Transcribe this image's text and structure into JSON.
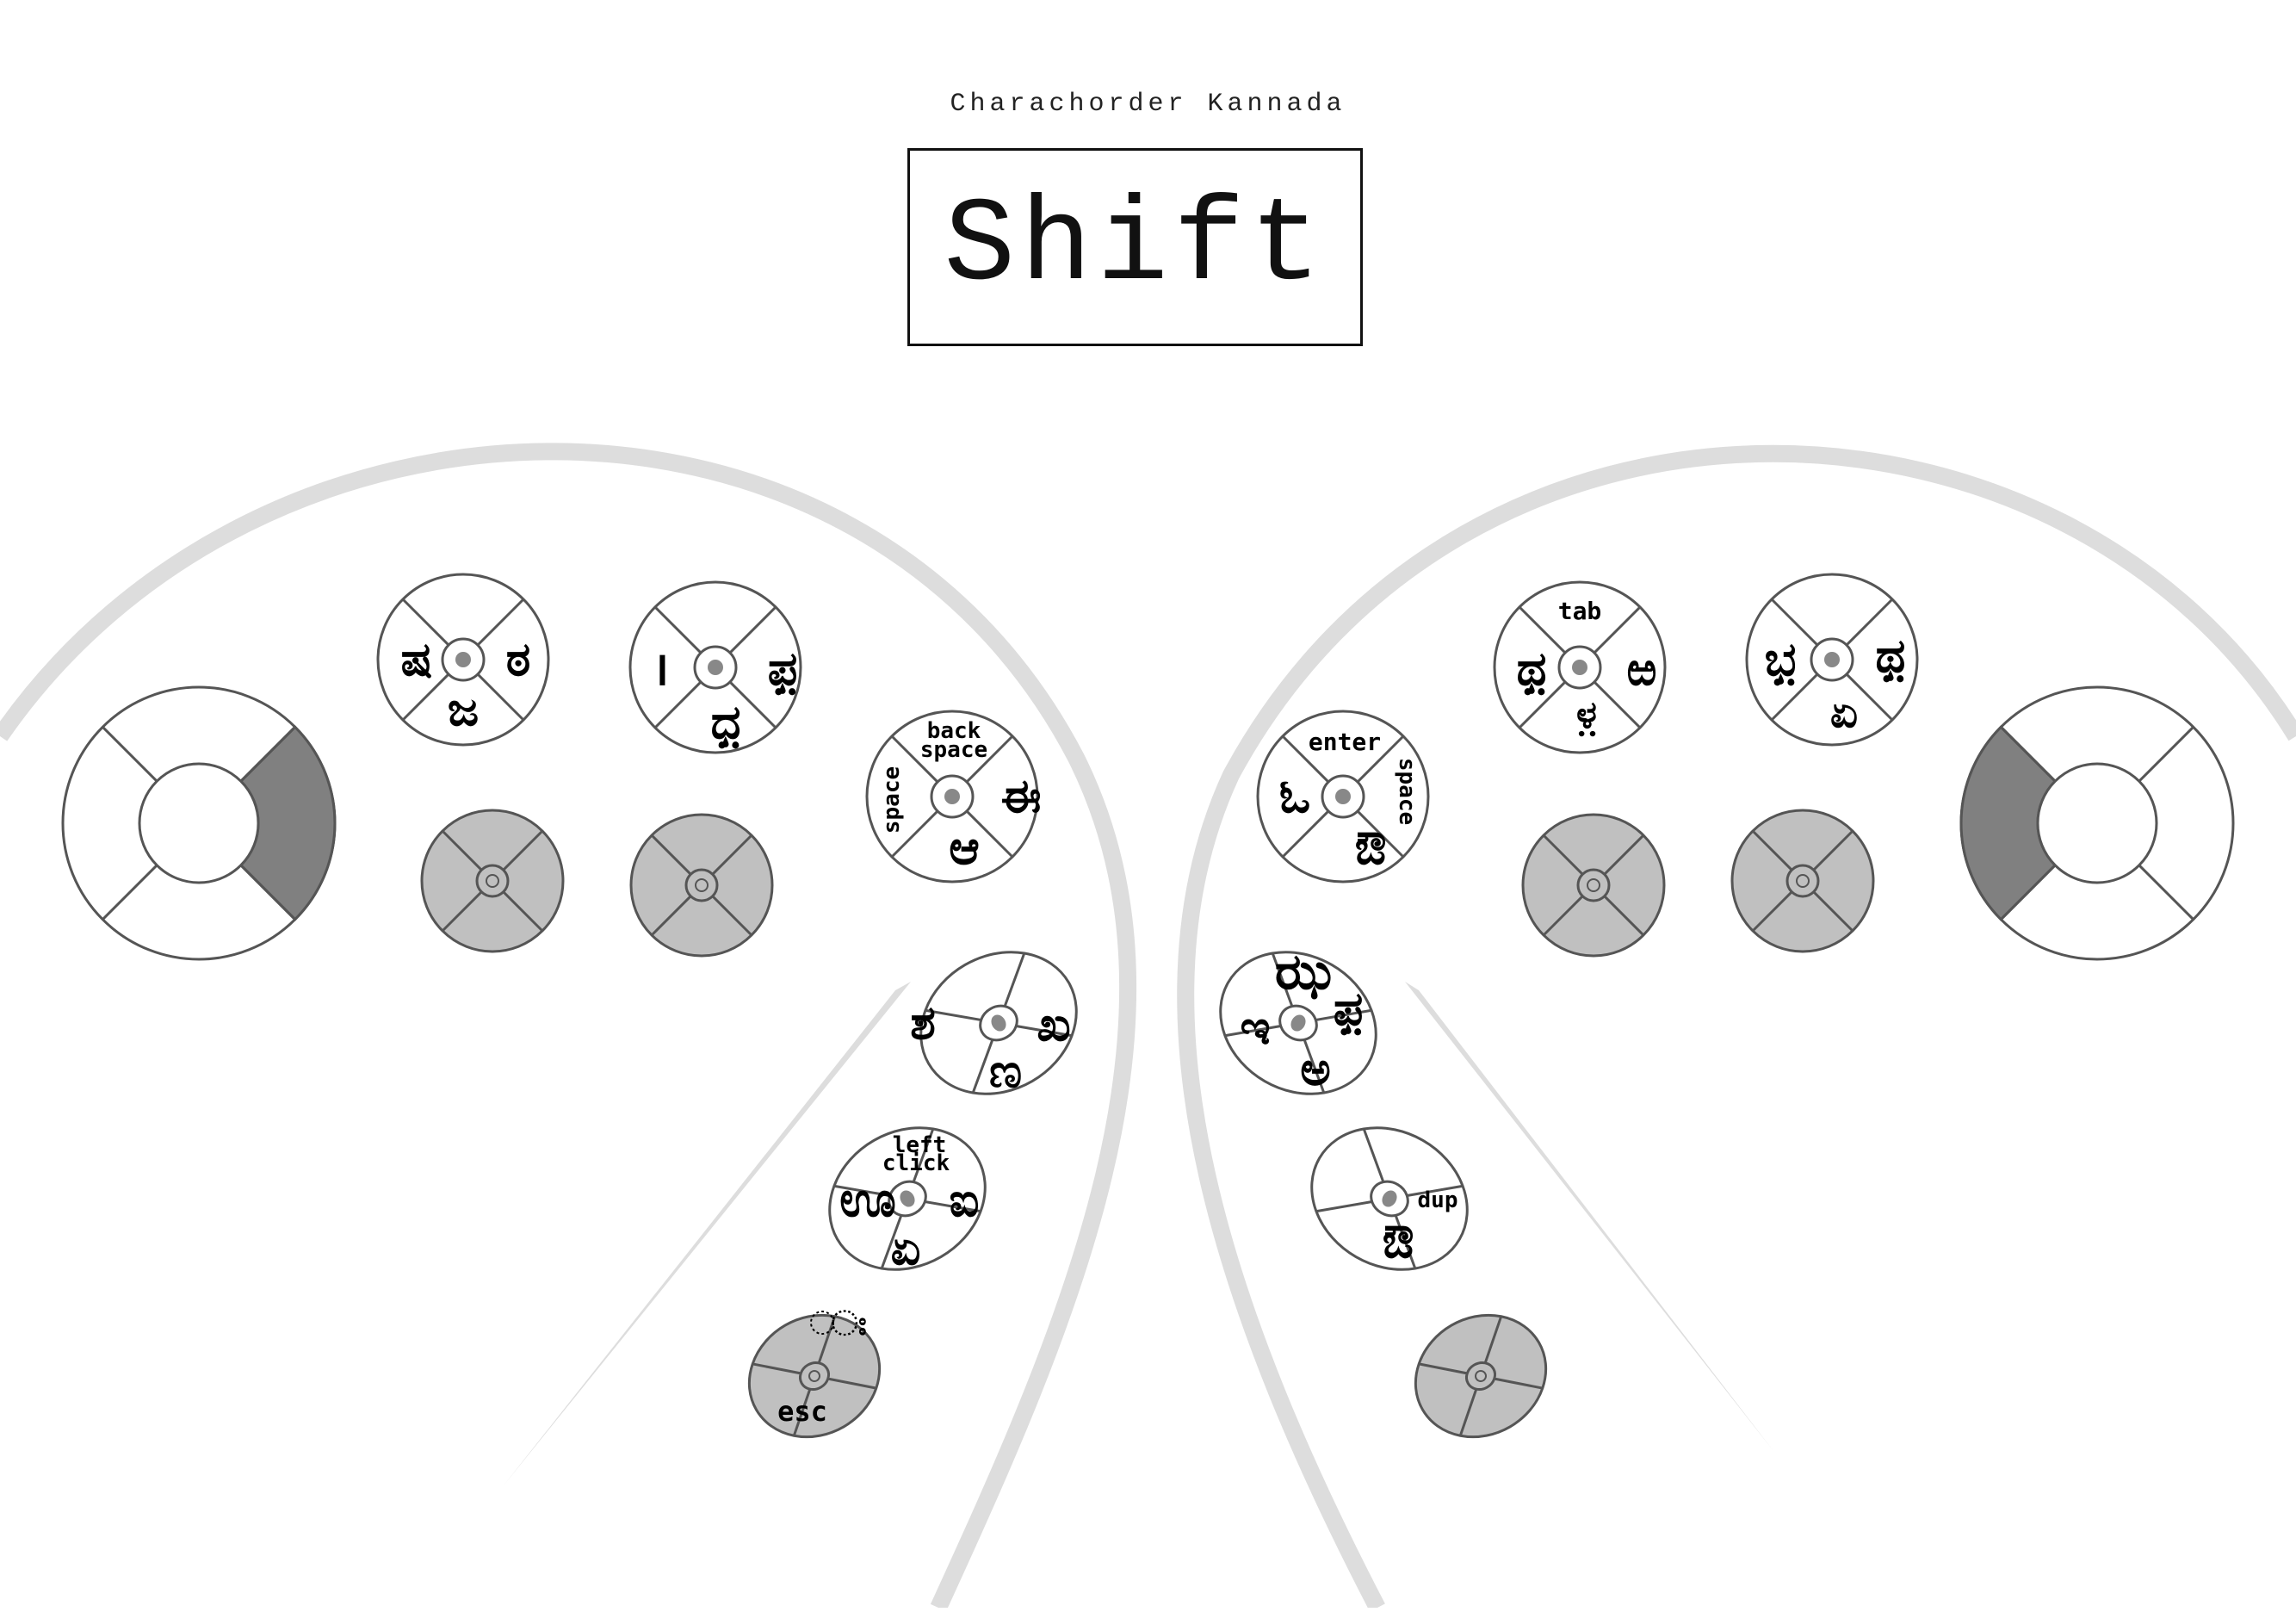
{
  "header": {
    "subtitle": "Charachorder Kannada",
    "layer": "Shift"
  },
  "left_hand": {
    "thumb_dial": {
      "highlight": "right"
    },
    "keys": [
      {
        "id": "l-ring",
        "up": "",
        "left": "ಷ",
        "right": "ಠ",
        "down": "ಜ"
      },
      {
        "id": "l-middle",
        "up": "",
        "left": "।",
        "right": "ಫ಼",
        "down": "ಧ಼"
      },
      {
        "id": "l-index",
        "up_line1": "back",
        "up_line2": "space",
        "left": "space",
        "right": "ಈ",
        "down": "ಆ"
      },
      {
        "id": "l-thumb1",
        "up": "",
        "left": "ಶ",
        "right": "ಖ",
        "down": "ಣ"
      },
      {
        "id": "l-thumb2",
        "up_line1": "left",
        "up_line2": "click",
        "left": "ಊ",
        "right": "ಐ",
        "down": "ಏ"
      },
      {
        "id": "l-thumb3",
        "up_right": "ಃ",
        "down": "esc"
      }
    ]
  },
  "right_hand": {
    "thumb_dial": {
      "highlight": "left"
    },
    "keys": [
      {
        "id": "r-index",
        "up": "enter",
        "left": "ಓ",
        "right": "space",
        "down": "ಔ"
      },
      {
        "id": "r-middle",
        "up": "tab",
        "left": "ಥ಼",
        "right": "ಱ",
        "down": "ಳ಼"
      },
      {
        "id": "r-ring",
        "up": "",
        "left": "ಭ಼",
        "right": "ಥ಼",
        "down": "ಏ"
      },
      {
        "id": "r-thumb1",
        "up": "ಝ",
        "left": "ಇ",
        "right": "ಫ಼",
        "down": "ಅ"
      },
      {
        "id": "r-thumb2",
        "right": "dup",
        "down": "ಔ"
      },
      {
        "id": "r-thumb3",
        "down": ""
      }
    ]
  },
  "colors": {
    "arc": "#dddddd",
    "outline": "#555555",
    "inactive_fill": "#c0c0c0",
    "highlight_fill": "#808080",
    "center_dot": "#888888"
  }
}
